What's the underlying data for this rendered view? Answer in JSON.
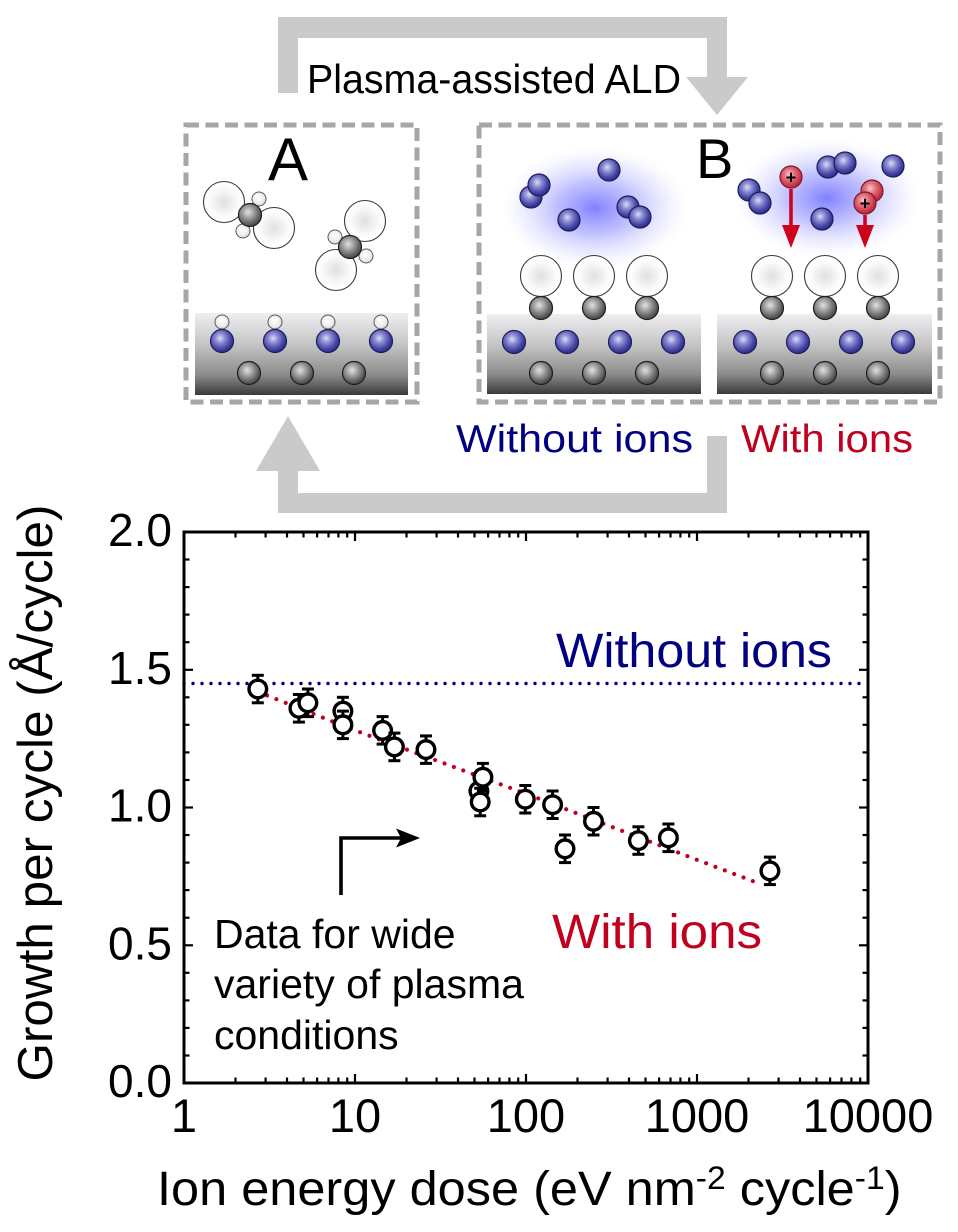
{
  "diagram": {
    "cycle_label": "Plasma-assisted ALD",
    "panel_a_label": "A",
    "panel_b_label": "B",
    "caption_without_ions": "Without ions",
    "caption_with_ions": "With ions",
    "ion_charge_symbol": "+",
    "colors": {
      "cycle_arrow": "#cacaca",
      "panel_border": "#a6a6a6",
      "without_ions": "#000080",
      "with_ions": "#c0001e",
      "ion_arrow": "#d0021b"
    }
  },
  "chart_data": {
    "type": "scatter",
    "title": "",
    "xlabel": "Ion energy dose (eV nm-2 cycle-1)",
    "xlabel_parts": [
      {
        "text": "Ion energy dose (eV nm",
        "superscript": false
      },
      {
        "text": "-2",
        "superscript": true
      },
      {
        "text": " cycle",
        "superscript": false
      },
      {
        "text": "-1",
        "superscript": true
      },
      {
        "text": ")",
        "superscript": false
      }
    ],
    "ylabel": "Growth per cycle (Å/cycle)",
    "xscale": "log",
    "yscale": "linear",
    "xlim": [
      1,
      10000
    ],
    "ylim": [
      0.0,
      2.0
    ],
    "xticks": [
      1,
      10,
      100,
      1000,
      10000
    ],
    "xtick_labels": [
      "1",
      "10",
      "100",
      "1000",
      "10000"
    ],
    "yticks": [
      0.0,
      0.5,
      1.0,
      1.5,
      2.0
    ],
    "ytick_labels": [
      "0.0",
      "0.5",
      "1.0",
      "1.5",
      "2.0"
    ],
    "y_minor_step": 0.1,
    "x_minor_ticks": "log",
    "tick_direction": "in",
    "mirror_ticks": true,
    "grid": false,
    "legend": null,
    "series": [
      {
        "name": "Data for wide variety of plasma conditions",
        "kind": "scatter",
        "marker": "open-circle",
        "color": "#000000",
        "points": [
          {
            "x": 2.7,
            "y": 1.43,
            "yerr": 0.05
          },
          {
            "x": 4.7,
            "y": 1.36,
            "yerr": 0.05
          },
          {
            "x": 5.3,
            "y": 1.38,
            "yerr": 0.05
          },
          {
            "x": 8.5,
            "y": 1.35,
            "yerr": 0.05
          },
          {
            "x": 8.5,
            "y": 1.3,
            "yerr": 0.05
          },
          {
            "x": 14.5,
            "y": 1.28,
            "yerr": 0.05
          },
          {
            "x": 17,
            "y": 1.22,
            "yerr": 0.05
          },
          {
            "x": 26,
            "y": 1.21,
            "yerr": 0.05
          },
          {
            "x": 53,
            "y": 1.06,
            "yerr": 0.05
          },
          {
            "x": 54,
            "y": 1.02,
            "yerr": 0.05
          },
          {
            "x": 56,
            "y": 1.11,
            "yerr": 0.05
          },
          {
            "x": 99,
            "y": 1.03,
            "yerr": 0.05
          },
          {
            "x": 143,
            "y": 1.01,
            "yerr": 0.05
          },
          {
            "x": 169,
            "y": 0.85,
            "yerr": 0.05
          },
          {
            "x": 248,
            "y": 0.95,
            "yerr": 0.05
          },
          {
            "x": 454,
            "y": 0.88,
            "yerr": 0.05
          },
          {
            "x": 680,
            "y": 0.89,
            "yerr": 0.05
          },
          {
            "x": 2670,
            "y": 0.77,
            "yerr": 0.05
          }
        ]
      },
      {
        "name": "Without ions",
        "kind": "hline",
        "y": 1.45,
        "style": "dotted",
        "color": "#000080"
      },
      {
        "name": "With ions",
        "kind": "line",
        "style": "dotted",
        "color": "#c0001e",
        "x": [
          2.7,
          10,
          100,
          1000,
          2400
        ],
        "y": [
          1.42,
          1.28,
          1.05,
          0.81,
          0.72
        ]
      }
    ],
    "annotations": [
      {
        "text": "Without ions",
        "color": "#000080"
      },
      {
        "text": "With ions",
        "color": "#c0001e"
      },
      {
        "lines": [
          "Data for wide",
          "variety of plasma",
          "conditions"
        ],
        "color": "#000000",
        "arrow": "bent-right"
      }
    ]
  }
}
